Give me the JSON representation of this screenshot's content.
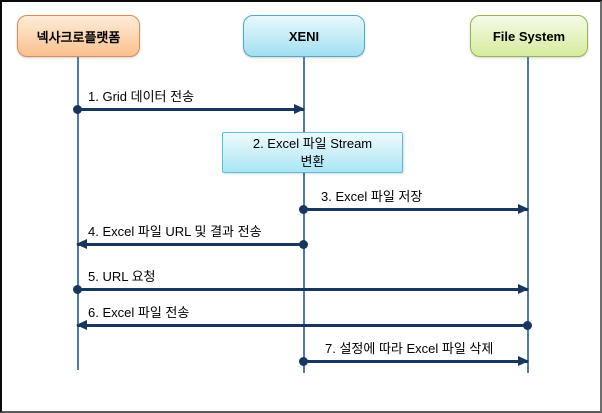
{
  "diagram": {
    "type": "sequence-diagram",
    "actors": [
      {
        "id": "nexacro-platform",
        "label": "넥사크로플랫폼",
        "fill": "#FAC090",
        "border": "#D98C54"
      },
      {
        "id": "xeni",
        "label": "XENI",
        "fill": "#A0DFF1",
        "border": "#4BACC6"
      },
      {
        "id": "file-system",
        "label": "File System",
        "fill": "#D6EB9E",
        "border": "#94B64E"
      }
    ],
    "self_action": {
      "on": "XENI",
      "label": "2. Excel 파일 Stream\n변환",
      "fill": "#A9E6F4",
      "border": "#53C1DB"
    },
    "messages": [
      {
        "label": "1. Grid 데이터 전송",
        "from": "넥사크로플랫폼",
        "to": "XENI"
      },
      {
        "label": "3. Excel 파일 저장",
        "from": "XENI",
        "to": "File System"
      },
      {
        "label": "4. Excel 파일 URL 및 결과 전송",
        "from": "XENI",
        "to": "넥사크로플랫폼"
      },
      {
        "label": "5. URL 요청",
        "from": "넥사크로플랫폼",
        "to": "File System"
      },
      {
        "label": "6. Excel 파일 전송",
        "from": "File System",
        "to": "넥사크로플랫폼"
      },
      {
        "label": "7. 설정에 따라 Excel 파일 삭제",
        "from": "XENI",
        "to": "File System"
      }
    ],
    "colors": {
      "arrow": "#17375E",
      "lifeline": "#4E79B2",
      "background": "#FFFFFF",
      "outer_border": "#0A0A0A",
      "text": "#000000"
    }
  }
}
